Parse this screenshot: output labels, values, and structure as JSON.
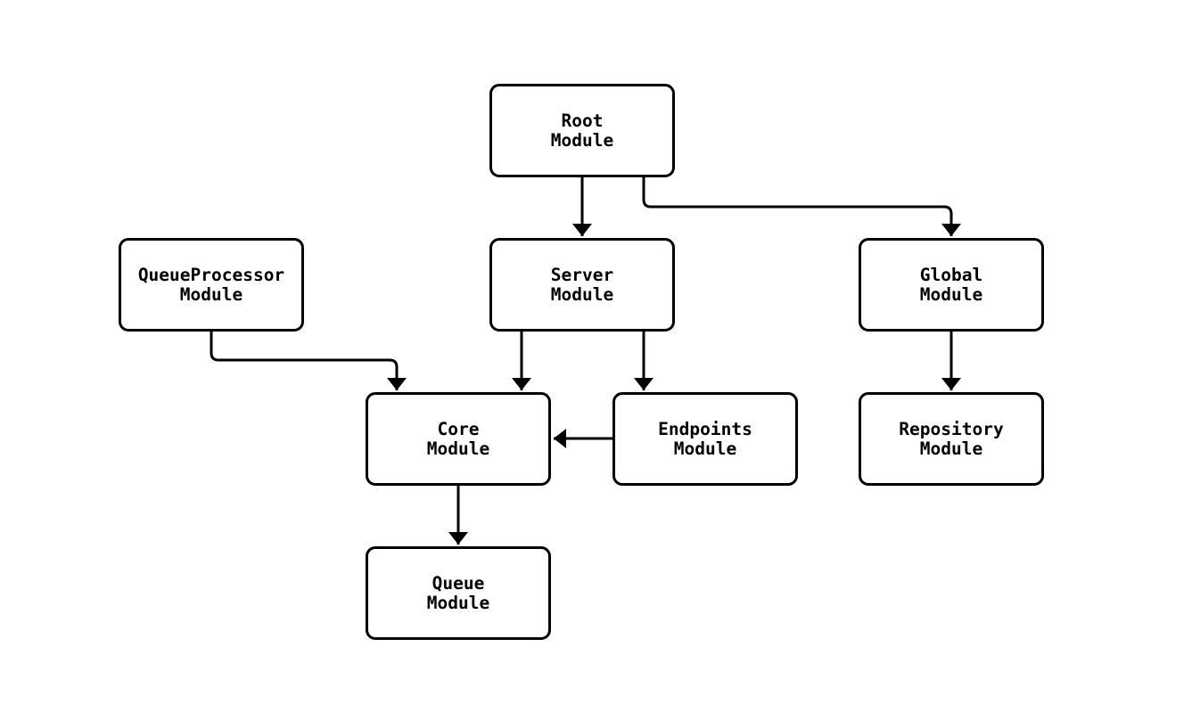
{
  "canvas": {
    "background_color": "#ffffff",
    "node_fill_color": "#ffffff",
    "node_border_color": "#000000",
    "edge_color": "#000000",
    "text_color": "#000000"
  },
  "diagram": {
    "type": "flowchart",
    "direction": "top-down",
    "nodes": [
      {
        "id": "root",
        "line1": "Root",
        "line2": "Module"
      },
      {
        "id": "queueprocessor",
        "line1": "QueueProcessor",
        "line2": "Module"
      },
      {
        "id": "server",
        "line1": "Server",
        "line2": "Module"
      },
      {
        "id": "global",
        "line1": "Global",
        "line2": "Module"
      },
      {
        "id": "core",
        "line1": "Core",
        "line2": "Module"
      },
      {
        "id": "endpoints",
        "line1": "Endpoints",
        "line2": "Module"
      },
      {
        "id": "repository",
        "line1": "Repository",
        "line2": "Module"
      },
      {
        "id": "queue",
        "line1": "Queue",
        "line2": "Module"
      }
    ],
    "edges": [
      {
        "from": "Root Module",
        "to": "Server Module"
      },
      {
        "from": "Root Module",
        "to": "Global Module"
      },
      {
        "from": "QueueProcessor Module",
        "to": "Core Module"
      },
      {
        "from": "Server Module",
        "to": "Core Module"
      },
      {
        "from": "Server Module",
        "to": "Endpoints Module"
      },
      {
        "from": "Endpoints Module",
        "to": "Core Module"
      },
      {
        "from": "Global Module",
        "to": "Repository Module"
      },
      {
        "from": "Core Module",
        "to": "Queue Module"
      }
    ]
  }
}
